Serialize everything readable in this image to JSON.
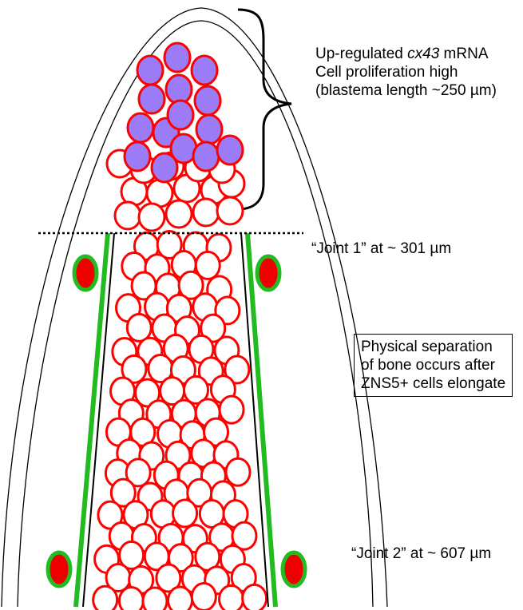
{
  "annotations": {
    "blastema": {
      "line1_pre": "Up-regulated ",
      "line1_italic": "cx43",
      "line1_post": " mRNA",
      "line2": "Cell proliferation high",
      "line3": "(blastema length ~250 µm)"
    },
    "joint1": "“Joint 1” at ~ 301 µm",
    "joint2": "“Joint 2” at  ~ 607 µm",
    "separation_box": {
      "line1": "Physical separation",
      "line2": "of bone occurs after",
      "line3": "ZNS5+ cells elongate"
    }
  },
  "colors": {
    "proliferating_cell_fill": "#9b7cf6",
    "cell_outline": "#ff0000",
    "bone": "#22bb22",
    "osteoblast_fill": "#ee0000",
    "fin_outline": "#000000",
    "joint_dotted_line": "#000000"
  },
  "legend_cells": {
    "proliferating_cells": "purple cells with red outline at distal tip",
    "blastema_cells": "red outlined empty circles"
  }
}
